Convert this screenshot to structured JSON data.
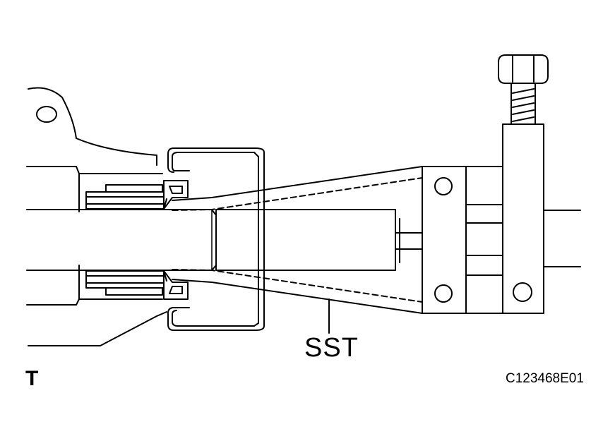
{
  "figure": {
    "tool_label": "SST",
    "corner_mark": "T",
    "figure_code": "C123468E01"
  },
  "colors": {
    "line": "#000000",
    "background": "#ffffff"
  }
}
